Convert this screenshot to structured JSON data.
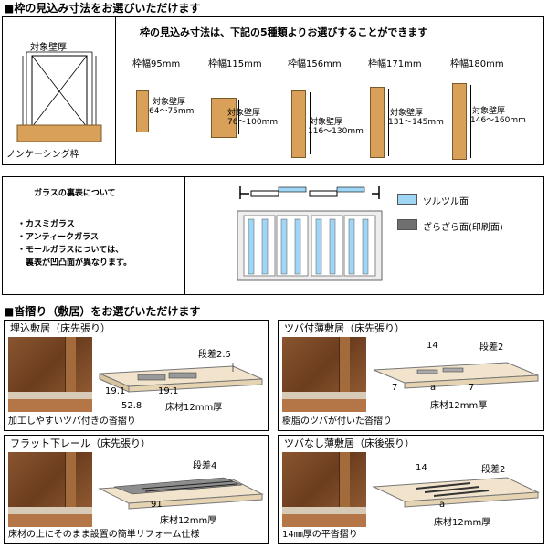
{
  "section1": {
    "header": "■枠の見込み寸法をお選びいただけます",
    "left_label_top": "対象壁厚",
    "left_label_bottom": "ノンケーシング枠",
    "title": "枠の見込み寸法は、下記の5種類よりお選びすることができます",
    "frames": [
      {
        "name": "枠幅95mm",
        "wall_label": "対象壁厚",
        "wall_range": "64～75mm"
      },
      {
        "name": "枠幅115mm",
        "wall_label": "対象壁厚",
        "wall_range": "76～100mm"
      },
      {
        "name": "枠幅156mm",
        "wall_label": "対象壁厚",
        "wall_range": "116～130mm"
      },
      {
        "name": "枠幅171mm",
        "wall_label": "対象壁厚",
        "wall_range": "131～145mm"
      },
      {
        "name": "枠幅180mm",
        "wall_label": "対象壁厚",
        "wall_range": "146～160mm"
      }
    ]
  },
  "section2": {
    "title": "ガラスの裏表について",
    "items": [
      "・カスミガラス",
      "・アンティークガラス",
      "・モールガラスについては、",
      "　裏表が凹凸面が異なります。"
    ],
    "legend": [
      {
        "label": "ツルツル面",
        "color": "#9fd6f5"
      },
      {
        "label": "ざらざら面(印刷面)",
        "color": "#707070"
      }
    ]
  },
  "section3": {
    "header": "■沓摺り（敷居）をお選びいただけます",
    "panels": [
      {
        "title": "埋込敷居（床先張り）",
        "desc": "加工しやすいツバ付きの沓摺り",
        "dims": [
          "段差2.5",
          "19.1",
          "19.1",
          "52.8",
          "床材12mm厚"
        ]
      },
      {
        "title": "ツバ付薄敷居（床先張り）",
        "desc": "樹脂のツバが付いた沓摺り",
        "dims": [
          "14",
          "段差2",
          "7",
          "a",
          "7",
          "床材12mm厚"
        ]
      },
      {
        "title": "フラット下レール（床先張り）",
        "desc": "床材の上にそのまま設置の簡単リフォーム仕様",
        "dims": [
          "段差4",
          "91",
          "床材12mm厚"
        ]
      },
      {
        "title": "ツバなし薄敷居（床後張り）",
        "desc": "14㎜厚の平沓摺り",
        "dims": [
          "14",
          "段差2",
          "a",
          "床材12mm厚"
        ]
      }
    ]
  }
}
